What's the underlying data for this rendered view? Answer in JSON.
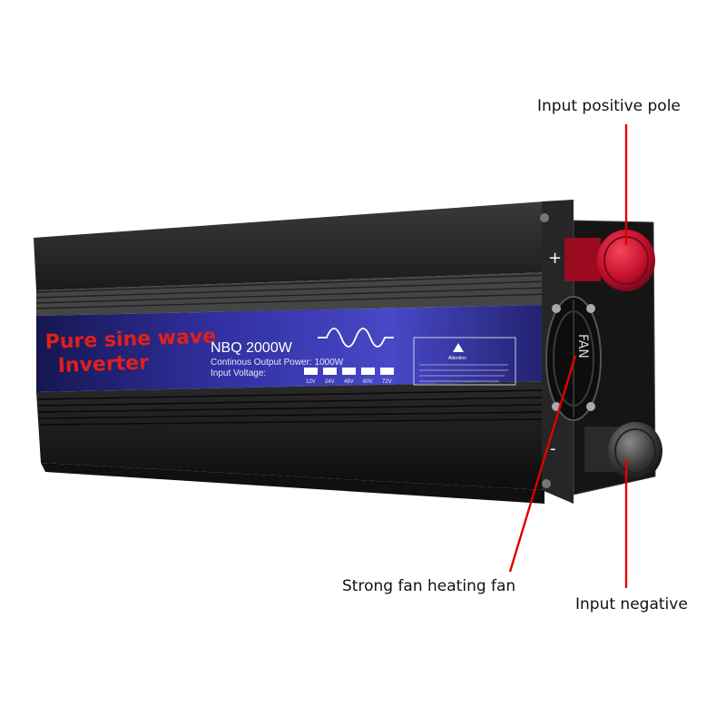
{
  "callouts": {
    "positive": "Input positive pole",
    "fan": "Strong fan heating fan",
    "negative": "Input negative"
  },
  "label": {
    "title_line1": "Pure sine wave",
    "title_line2": "Inverter",
    "model": "NBQ 2000W",
    "continuous": "Continous Output Power: 1000W",
    "input_voltage": "Input Voltage:",
    "voltages": [
      "12V",
      "24V",
      "48V",
      "60V",
      "72V"
    ],
    "attention": "Attention"
  },
  "end_panel": {
    "plus": "+",
    "minus": "-",
    "fan_text": "FAN"
  },
  "colors": {
    "callout_line": "#e00000",
    "label_title": "#e0201a",
    "label_bg": "#2a2a8c",
    "body": "#1e1e1e",
    "positive_cap": "#c8102e",
    "negative_cap": "#3a3a3a"
  }
}
